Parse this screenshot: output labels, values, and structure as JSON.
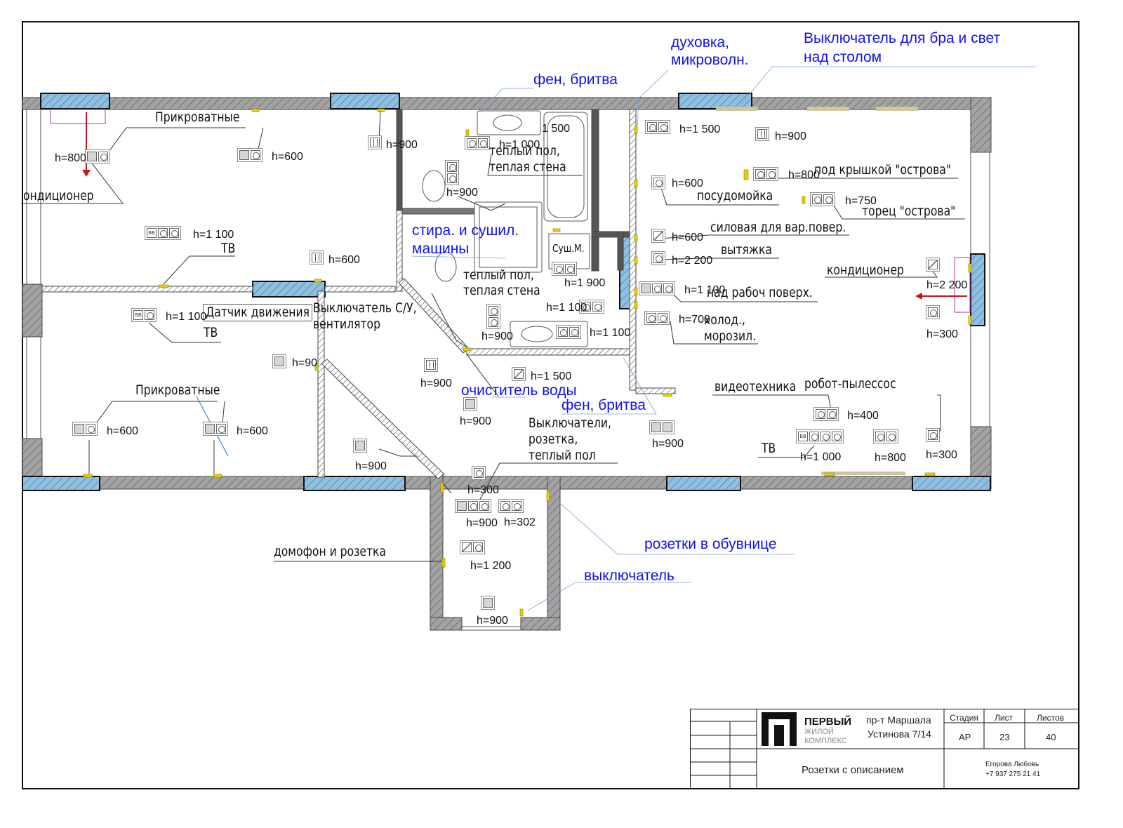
{
  "labels": {
    "prikrovatnye_top": "Прикроватные",
    "prikrovatnye_bottom": "Прикроватные",
    "kondicioner_left": "ондиционер",
    "kondicioner_right": "кондиционер",
    "tv_top": "ТВ",
    "tv_bottom": "ТВ",
    "tv_right": "ТВ",
    "datchik": "Датчик движения",
    "vykl_su": "Выключатель С/У,",
    "ventilyator": "вентилятор",
    "teply_pol_1a": "теплый пол,",
    "teply_pol_1b": "теплая стена",
    "teply_pol_2a": "теплый пол,",
    "teply_pol_2b": "теплая стена",
    "sush": "Суш.М.",
    "pod_kryshkoy": "под крышкой \"острова\"",
    "posudomoyka": "посудомойка",
    "torec": "торец \"острова\"",
    "silovaya": "силовая для вар.повер.",
    "vytyazhka": "вытяжка",
    "nad_rabochey": "над рабоч поверх.",
    "holod_a": "холод.,",
    "holod_b": "морозил.",
    "videotehnika": "видеотехника",
    "robot": "робот-пылессос",
    "vyklyuchateli_a": "Выключатели,",
    "vyklyuchateli_b": "розетка,",
    "vyklyuchateli_c": "теплый пол",
    "domofon": "домофон и розетка"
  },
  "blue_labels": {
    "duhovka_a": "духовка,",
    "duhovka_b": "микроволн.",
    "bra_a": "Выключатель для бра и свет",
    "bra_b": "над столом",
    "fen_top": "фен, бритва",
    "stira_a": "стира. и сушил.",
    "stira_b": "машины",
    "ochistitel": "очиститель воды",
    "fen_bottom": "фен, бритва",
    "obuvnica": "розетки в обувнице",
    "vyklyuchatel": "выключатель"
  },
  "heights": {
    "h800_left": "h=800",
    "h600_bed_top": "h=600",
    "h900_door": "h=900",
    "h1500_bath": "1 500",
    "h1000_bath": "h=1 000",
    "h900_wc": "h=900",
    "h1100_tv_top": "h=1 100",
    "h600_hall": "h=600",
    "h1100_tv_bot": "h=1 100",
    "h900_bed_bot_sw": "h=90",
    "h600_bed_bot_l": "h=600",
    "h600_bed_bot_r": "h=600",
    "h900_corr": "h=900",
    "h900_bath2": "h=900",
    "h1900_sush": "h=1 900",
    "h1100_sink": "h=1 100",
    "h1100_sink_r": "h=1 100",
    "h1500_sw": "h=1 500",
    "h900_corr2": "h=900",
    "h900_corr3": "h=900",
    "h1500_kitchen": "h=1 500",
    "h900_kitchen": "h=900",
    "h800_island": "h=800",
    "h600_posud": "h=600",
    "h750_torec": "h=750",
    "h600_silov": "h=600",
    "h2200_vyt": "h=2 200",
    "h1100_rab": "h=1 100",
    "h700_holod": "h=700",
    "h2200_kond": "h=2 200",
    "h300_kond": "h=300",
    "h400_video": "h=400",
    "h1000_tv": "h=1 000",
    "h800_r": "h=800",
    "h300_robot": "h=300",
    "h900_ent_r": "h=900",
    "h300_hall": "h=300",
    "h900_hall2": "h=900",
    "h302_hall": "h=302",
    "h1200_dom": "h=1 200",
    "h900_entry": "h=900",
    "h900_lower": "h=900"
  },
  "title_block": {
    "company_a": "ПЕРВЫЙ",
    "company_b": "ЖИЛОЙ",
    "company_c": "КОМПЛЕКС",
    "address_a": "пр-т Маршала",
    "address_b": "Устинова 7/14",
    "stage_label": "Стадия",
    "sheet_label": "Лист",
    "sheets_label": "Листов",
    "stage": "АР",
    "sheet": "23",
    "sheets": "40",
    "drawing_name": "Розетки с описанием",
    "author": "Егорова Любовь",
    "phone": "+7 937 275 21 41"
  },
  "colors": {
    "wall_fill": "#a3a3a3",
    "window_fill": "#8fc0e0",
    "blue_text": "#1212e6",
    "arrow_red": "#c01818",
    "marker_yellow": "#e8d000"
  }
}
